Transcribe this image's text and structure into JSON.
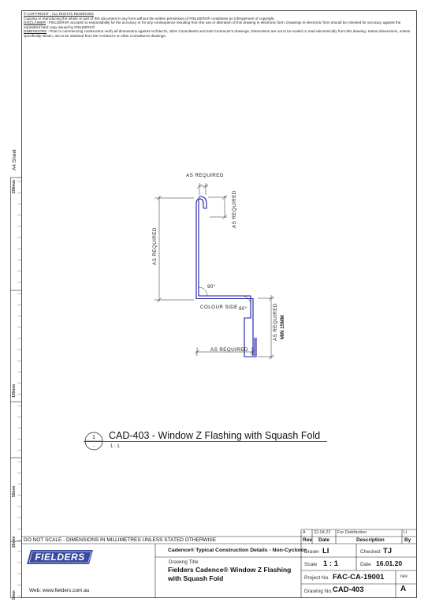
{
  "copyright": {
    "heading": "© COPYRIGHT - ALL RIGHTS RESERVED",
    "line1": "Copying or reproducing the whole or part of this document in any form without the written permission of FIELDERS® constitutes an infringement of copyright.",
    "disclaimer_label": "DISCLAIMER",
    "disclaimer_text": " - FIELDERS® accepts no responsibility for the accuracy or for any consequence resulting from the use or alteration of this drawing in electronic form. Drawings in electronic form should be checked for accuracy against the equivalent hard copy issued by FIELDERS®.",
    "dimensions_label": "DIMENSIONS",
    "dimensions_text": " - Prior to commencing construction verify all dimensions against Architect's, other Consultant's and Sub-Contractor's drawings. Dimensions are not to be scaled or read electronically from this drawing. Setout dimensions, unless specifically shown, are to be obtained from the Architect's or other Consultant's drawings."
  },
  "ruler": {
    "sheet_label": "A4 Sheet",
    "mark_200": "200mm",
    "mark_100": "100mm",
    "mark_50": "50mm",
    "mark_25": "25mm",
    "mark_0": "0mm"
  },
  "drawing": {
    "dim_top": "AS REQUIRED",
    "dim_hem": "AS REQUIRED",
    "dim_left": "AS REQUIRED",
    "angle_1": "90°",
    "angle_2": "90°",
    "colour_side": "COLOUR SIDE",
    "dim_right": "AS REQUIRED",
    "min_label": "MIN 15MM",
    "dim_bottom": "AS REQUIRED"
  },
  "detail": {
    "number": "1",
    "sheet_ref": "-",
    "title": "CAD-403 - Window Z Flashing with Squash Fold",
    "scale": "1 : 1"
  },
  "title_block": {
    "no_scale": "DO NOT SCALE - DIMENSIONS IN MILLIMETRES UNLESS STATED OTHERWISE",
    "logo": "FIELDERS",
    "web": "Web: www.fielders.com.au",
    "revision": {
      "rev": "A",
      "date": "22.04.22",
      "description": "For Distribution",
      "by": "LI"
    },
    "rev_header": "Rev",
    "date_header": "Date",
    "description_header": "Description",
    "by_header": "By",
    "project_title": "Cadence® Typical Construction Details - Non-Cyclonic",
    "drawing_title_label": "Drawing Title",
    "drawing_title": "Fielders Cadence® Window Z Flashing with Squash Fold",
    "drawn_label": "Drawn",
    "drawn": "LI",
    "checked_label": "Checked",
    "checked": "TJ",
    "scale_label": "Scale",
    "scale": "1 : 1",
    "date_label": "Date",
    "date": "16.01.20",
    "project_no_label": "Project No.",
    "project_no": "FAC-CA-19001",
    "rev_label": "rev",
    "drawing_no_label": "Drawing No.",
    "drawing_no": "CAD-403",
    "rev_value": "A"
  }
}
